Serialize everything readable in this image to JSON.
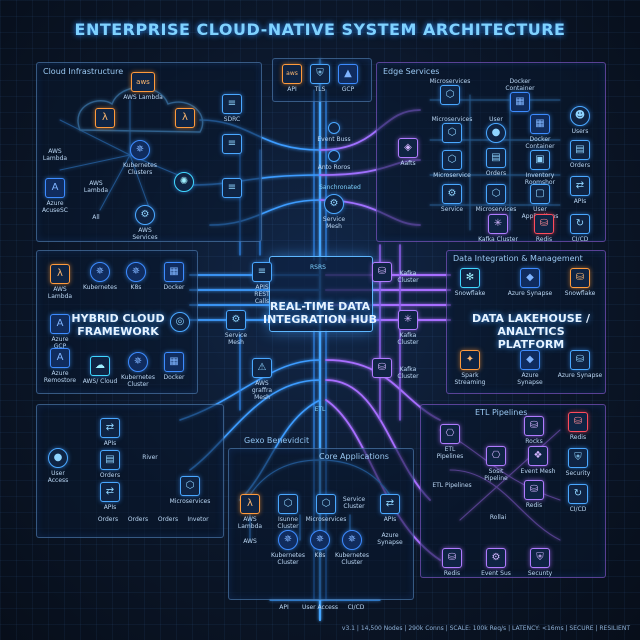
{
  "title": "ENTERPRISE CLOUD-NATIVE SYSTEM ARCHITECTURE",
  "panels": {
    "cloud": "Cloud Infrastructure",
    "edge": "Edge Services",
    "hybrid": "HYBRID CLOUD\nFRAMEWORK",
    "lakehouse_title": "Data Integration & Management",
    "lakehouse": "DATA LAKEHOUSE /\nANALYTICS PLATFORM",
    "etl": "ETL Pipelines",
    "core": "Core Applications",
    "hub": "REAL-TIME DATA\nINTEGRATION HUB",
    "gw": "Gexo Benevidcit"
  },
  "nodes": {
    "aws_top": "aws",
    "aws_lambda": "AWS Lambda",
    "k8s": "Kubernetes\nClusters",
    "aws_lambda2": "AWS\nLambda",
    "azure": "Azure\nAcuseSC",
    "aws_lambda3": "AWS\nLambda",
    "all": "All",
    "aws_svc": "AWS\nServices",
    "sdrc": "SDRC",
    "api": "API",
    "tls": "TLS",
    "gcp": "GCP",
    "event_buss": "Event Buss",
    "anto": "Anto Roros",
    "synch": "Sanchronated",
    "svc_mesh": "Service\nMesh",
    "aafts": "Aafts",
    "ms1": "Microservices",
    "docker_c": "Docker Container",
    "ms2": "Microservices",
    "user": "User",
    "docker_c2": "Docker\nContainer",
    "users": "Users",
    "ms3": "Microservice",
    "orders": "Orders",
    "inventory": "Inventory\nRoomshor",
    "orders2": "Orders",
    "service": "Service",
    "ms4": "Microservices",
    "user_apps": "User\nApplications",
    "apis_r": "APIs",
    "kafka1": "Kafka Cluster",
    "redis1": "Redis",
    "cicd1": "CI/CD",
    "aws_l4": "AWS\nLambda",
    "kub": "Kubernetes",
    "k8s2": "K8s",
    "docker": "Docker",
    "apis_rest": "APIS\nREST\nCalls",
    "azure_gcp": "Azure\nGCP",
    "azure_r": "Azure\nRemostore",
    "aws_cloud": "AWS/ Cloud",
    "k8s_cl": "Kubernetes\nCluster",
    "docker2": "Docker",
    "svc_mesh2": "Service\nMesh",
    "aws_mesh": "AWS\ngraffra\nMesh",
    "rsrs": "RSRS",
    "kafka2": "Kafka\nCluster",
    "kafka3": "Kafka\nCluster",
    "kafka4": "Kafka\nCluster",
    "snowflake": "Snowflake",
    "azure_syn": "Azure Synapse",
    "snowflake2": "Snowflake",
    "spark": "Spark\nStreaming",
    "azure_syn2": "Azure\nSynapse",
    "azure_syn3": "Azure Synapse",
    "etl": "ETL",
    "etl_p": "ETL\nPipelines",
    "rocks": "Rocks",
    "redis2": "Redis",
    "sosit": "Sosit\nPipeline",
    "event_mesh": "Event Mesh",
    "security": "Security",
    "etl_p2": "ETL Pipelines",
    "redis3": "Redis",
    "rolla": "Rollai",
    "cicd2": "CI/CD",
    "redis4": "Redis",
    "event_sus": "Event Sus",
    "secunty": "Secunty",
    "user_access": "User\nAccess",
    "apis_l": "APIs",
    "orders_l": "Orders",
    "river": "River",
    "apis_l2": "APIs",
    "ms_l": "Microservices",
    "orders_l2": "Orders",
    "orders_l3": "Orders",
    "orders_l4": "Orders",
    "invetor": "Invetor",
    "aws_lc": "AWS\nLambda",
    "isunne": "Isunne\nCluster",
    "ms_c": "Microservices",
    "svc_cl": "Service\nCluster",
    "apis_c": "APIs",
    "aws_c": "AWS",
    "k8s_c": "Kubernetes\nCluster",
    "k8s_c2": "K8s",
    "k8s_c3": "Kubernetes\nCluster",
    "azure_syn_c": "Azure\nSynapse",
    "api_b": "API",
    "user_access_b": "User Access",
    "cicd_b": "CI/CD"
  },
  "footer": "v3.1 | 14,500 Nodes | 290k Conns | SCALE: 100k Req/s | LATENCY: <16ms | SECURE | RESILIENT"
}
